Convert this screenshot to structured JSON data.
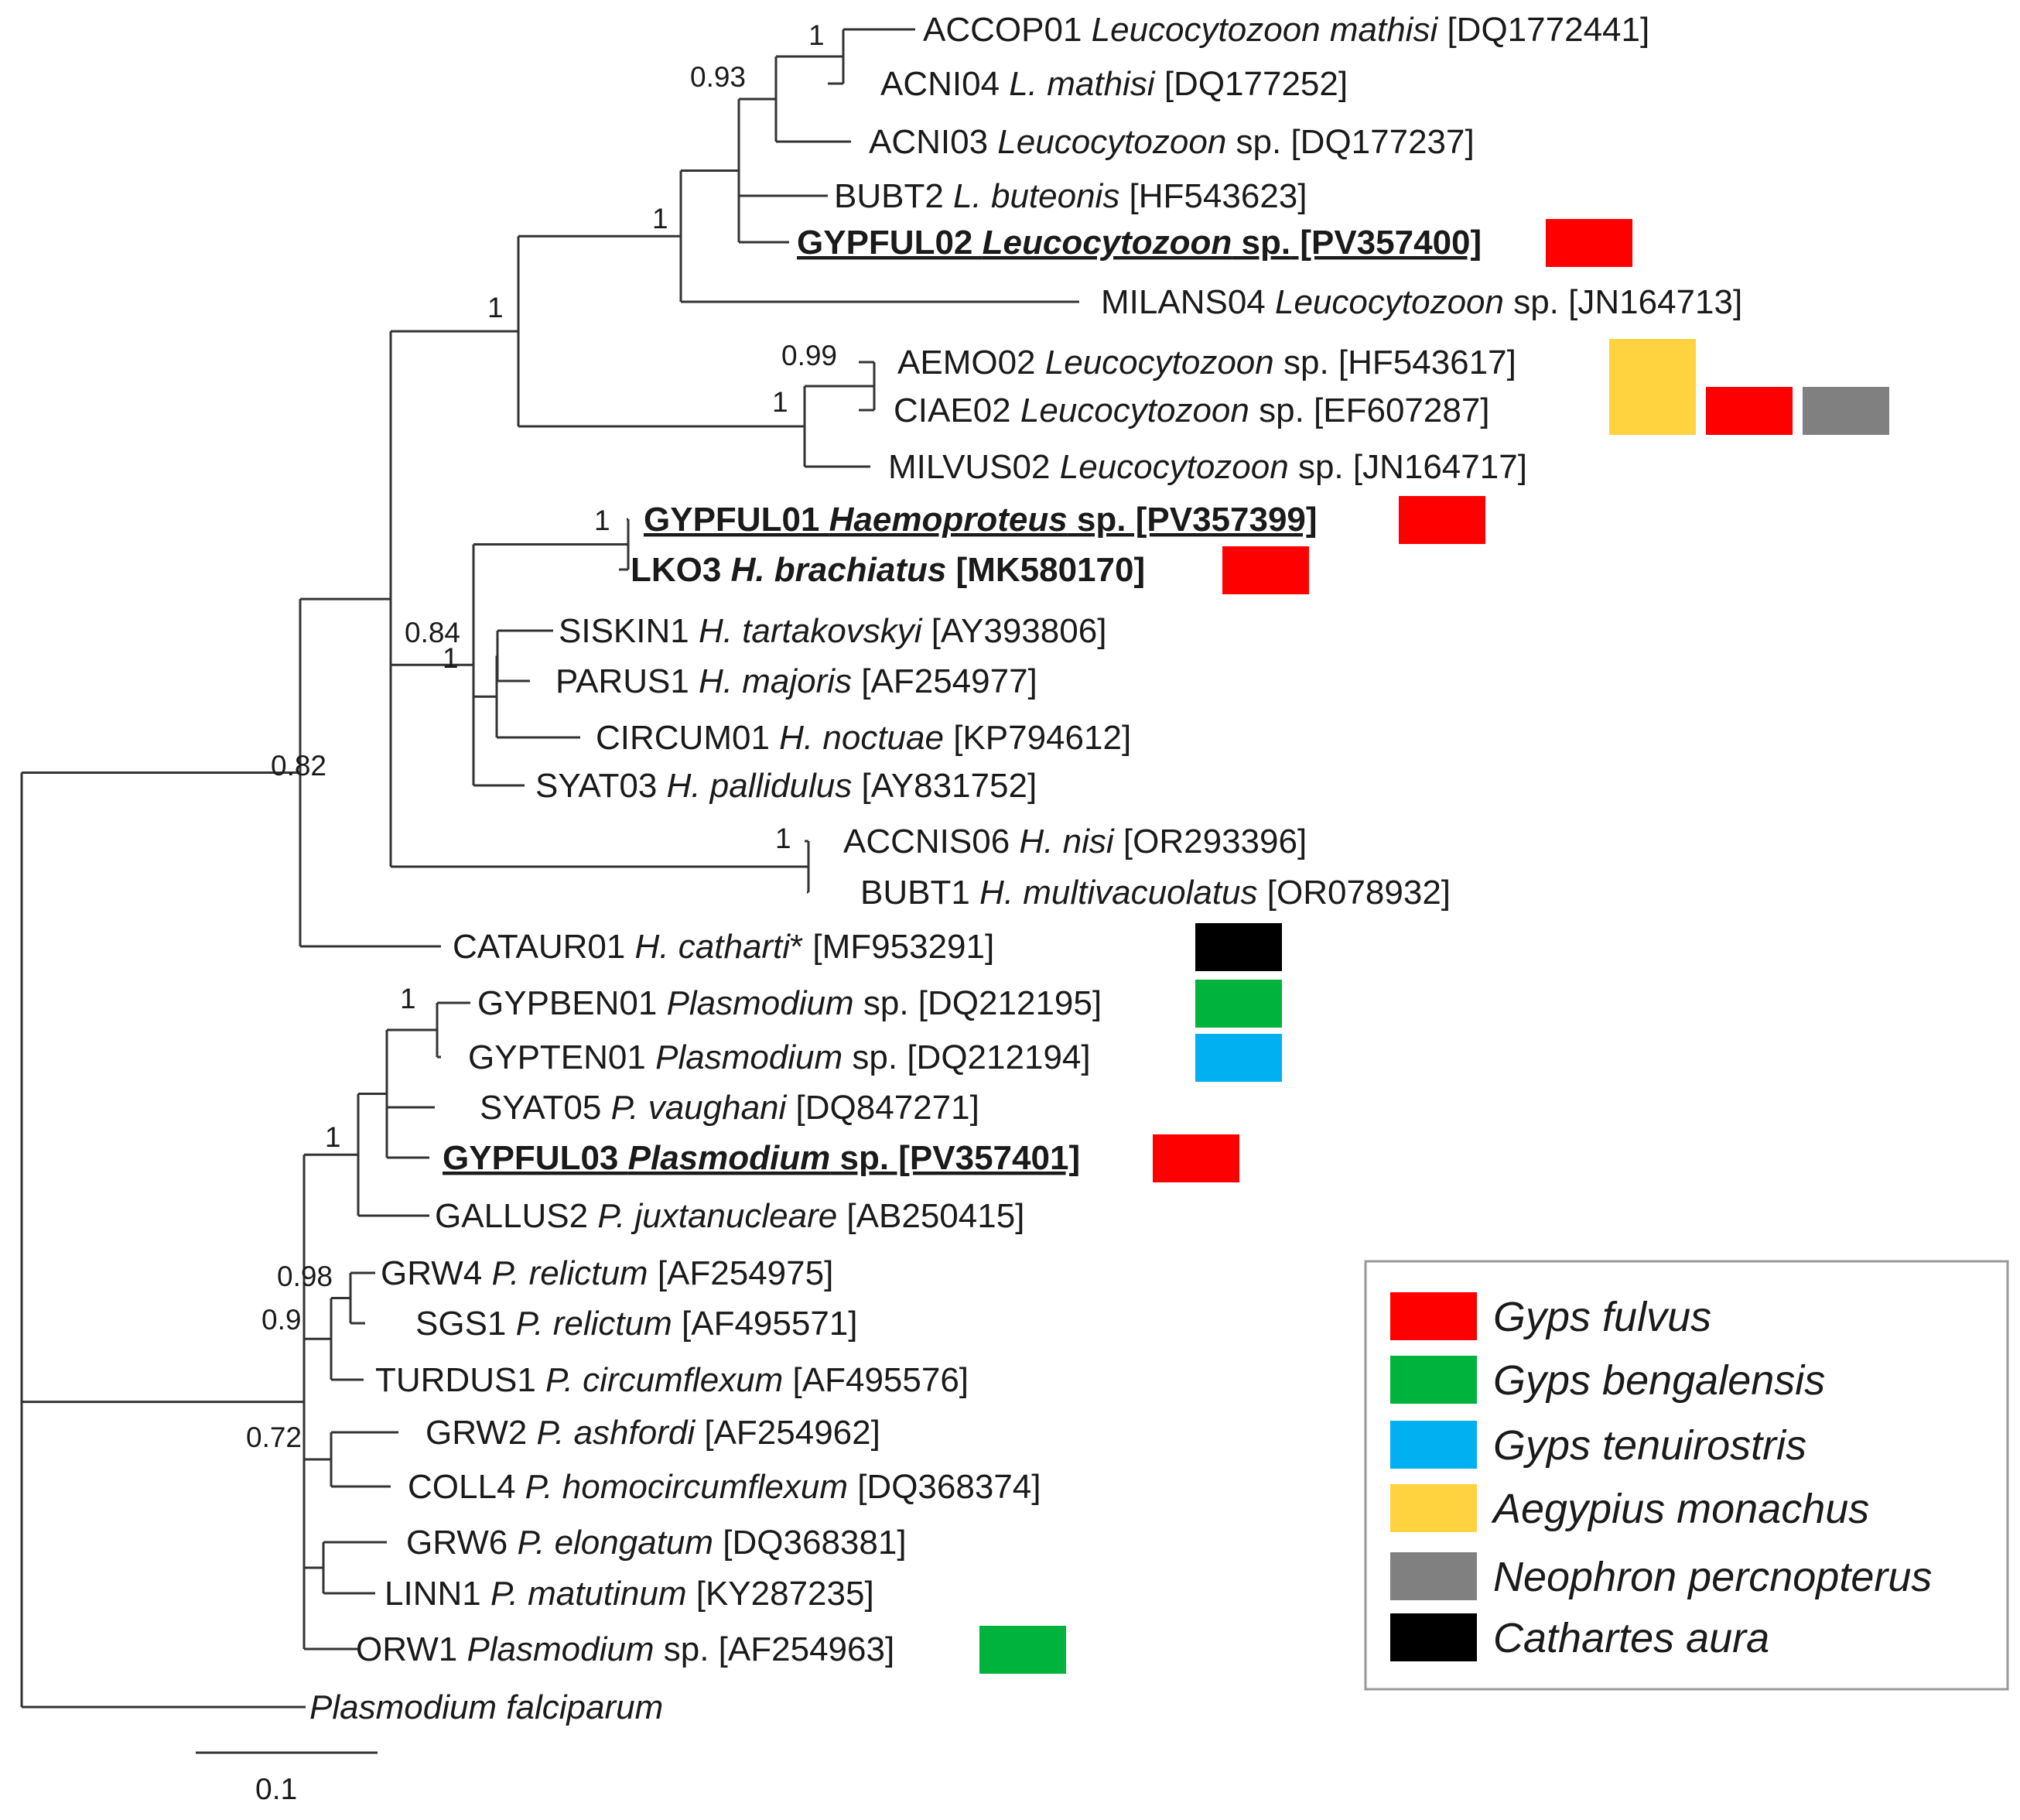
{
  "taxa": [
    {
      "code": "ACCOP01",
      "species": "Leucocytozoon mathisi",
      "species_italic": true,
      "accession": "[DQ1772441]",
      "bold": false,
      "underline": false,
      "hosts": []
    },
    {
      "code": "ACNI04",
      "species": "L. mathisi",
      "species_italic": true,
      "accession": "[DQ177252]",
      "bold": false,
      "underline": false,
      "hosts": []
    },
    {
      "code": "ACNI03",
      "species": "Leucocytozoon",
      "species_italic": true,
      "species_suffix": " sp.",
      "accession": "[DQ177237]",
      "bold": false,
      "underline": false,
      "hosts": []
    },
    {
      "code": "BUBT2",
      "species": "L. buteonis",
      "species_italic": true,
      "accession": "[HF543623]",
      "bold": false,
      "underline": false,
      "hosts": []
    },
    {
      "code": "GYPFUL02",
      "species": "Leucocytozoon",
      "species_italic": true,
      "species_suffix": " sp.",
      "accession": "[PV357400]",
      "bold": true,
      "underline": true,
      "hosts": [
        "gyps-fulvus"
      ]
    },
    {
      "code": "MILANS04",
      "species": "Leucocytozoon",
      "species_italic": true,
      "species_suffix": " sp.",
      "accession": "[JN164713]",
      "bold": false,
      "underline": false,
      "hosts": []
    },
    {
      "code": "AEMO02",
      "species": "Leucocytozoon",
      "species_italic": true,
      "species_suffix": " sp.",
      "accession": "[HF543617]",
      "bold": false,
      "underline": false,
      "hosts": [
        "aegypius-monachus"
      ]
    },
    {
      "code": "CIAE02",
      "species": "Leucocytozoon",
      "species_italic": true,
      "species_suffix": " sp.",
      "accession": "[EF607287]",
      "bold": false,
      "underline": false,
      "hosts": [
        "aegypius-monachus",
        "gyps-fulvus",
        "neophron-percnopterus"
      ]
    },
    {
      "code": "MILVUS02",
      "species": "Leucocytozoon",
      "species_italic": true,
      "species_suffix": " sp.",
      "accession": "[JN164717]",
      "bold": false,
      "underline": false,
      "hosts": []
    },
    {
      "code": "GYPFUL01",
      "species": "Haemoproteus",
      "species_italic": true,
      "species_suffix": " sp.",
      "accession": "[PV357399]",
      "bold": true,
      "underline": true,
      "hosts": [
        "gyps-fulvus"
      ]
    },
    {
      "code": "LKO3",
      "species": "H. brachiatus",
      "species_italic": true,
      "accession": "[MK580170]",
      "bold": true,
      "underline": false,
      "hosts": [
        "gyps-fulvus"
      ]
    },
    {
      "code": "SISKIN1",
      "species": "H. tartakovskyi",
      "species_italic": true,
      "accession": "[AY393806]",
      "bold": false,
      "underline": false,
      "hosts": []
    },
    {
      "code": "PARUS1",
      "species": "H. majoris",
      "species_italic": true,
      "accession": "[AF254977]",
      "bold": false,
      "underline": false,
      "hosts": []
    },
    {
      "code": "CIRCUM01",
      "species": "H. noctuae",
      "species_italic": true,
      "accession": "[KP794612]",
      "bold": false,
      "underline": false,
      "hosts": []
    },
    {
      "code": "SYAT03",
      "species": "H. pallidulus",
      "species_italic": true,
      "accession": "[AY831752]",
      "bold": false,
      "underline": false,
      "hosts": []
    },
    {
      "code": "ACCNIS06",
      "species": "H. nisi",
      "species_italic": true,
      "accession": "[OR293396]",
      "bold": false,
      "underline": false,
      "hosts": []
    },
    {
      "code": "BUBT1",
      "species": "H. multivacuolatus",
      "species_italic": true,
      "accession": "[OR078932]",
      "bold": false,
      "underline": false,
      "hosts": []
    },
    {
      "code": "CATAUR01",
      "species": "H. catharti",
      "species_italic": true,
      "species_suffix": "*",
      "accession": "[MF953291]",
      "bold": false,
      "underline": false,
      "hosts": [
        "cathartes-aura"
      ]
    },
    {
      "code": "GYPBEN01",
      "species": "Plasmodium",
      "species_italic": true,
      "species_suffix": " sp.",
      "accession": "[DQ212195]",
      "bold": false,
      "underline": false,
      "hosts": [
        "gyps-bengalensis"
      ]
    },
    {
      "code": "GYPTEN01",
      "species": "Plasmodium",
      "species_italic": true,
      "species_suffix": " sp.",
      "accession": "[DQ212194]",
      "bold": false,
      "underline": false,
      "hosts": [
        "gyps-tenuirostris"
      ]
    },
    {
      "code": "SYAT05",
      "species": "P. vaughani",
      "species_italic": true,
      "accession": "[DQ847271]",
      "bold": false,
      "underline": false,
      "hosts": []
    },
    {
      "code": "GYPFUL03",
      "species": "Plasmodium",
      "species_italic": true,
      "species_suffix": " sp.",
      "accession": "[PV357401]",
      "bold": true,
      "underline": true,
      "hosts": [
        "gyps-fulvus"
      ]
    },
    {
      "code": "GALLUS2",
      "species": "P. juxtanucleare",
      "species_italic": true,
      "accession": "[AB250415]",
      "bold": false,
      "underline": false,
      "hosts": []
    },
    {
      "code": "GRW4",
      "species": "P. relictum",
      "species_italic": true,
      "accession": "[AF254975]",
      "bold": false,
      "underline": false,
      "hosts": []
    },
    {
      "code": "SGS1",
      "species": "P. relictum",
      "species_italic": true,
      "accession": "[AF495571]",
      "bold": false,
      "underline": false,
      "hosts": []
    },
    {
      "code": "TURDUS1",
      "species": "P. circumflexum",
      "species_italic": true,
      "accession": "[AF495576]",
      "bold": false,
      "underline": false,
      "hosts": []
    },
    {
      "code": "GRW2",
      "species": "P. ashfordi",
      "species_italic": true,
      "accession": "[AF254962]",
      "bold": false,
      "underline": false,
      "hosts": []
    },
    {
      "code": "COLL4",
      "species": "P. homocircumflexum",
      "species_italic": true,
      "accession": "[DQ368374]",
      "bold": false,
      "underline": false,
      "hosts": []
    },
    {
      "code": "GRW6",
      "species": "P. elongatum",
      "species_italic": true,
      "accession": "[DQ368381]",
      "bold": false,
      "underline": false,
      "hosts": []
    },
    {
      "code": "LINN1",
      "species": "P. matutinum",
      "species_italic": true,
      "accession": "[KY287235]",
      "bold": false,
      "underline": false,
      "hosts": []
    },
    {
      "code": "ORW1",
      "species": "Plasmodium",
      "species_italic": true,
      "species_suffix": " sp.",
      "accession": "[AF254963]",
      "bold": false,
      "underline": false,
      "hosts": [
        "gyps-bengalensis"
      ]
    },
    {
      "code": "",
      "species": "Plasmodium falciparum",
      "species_italic": true,
      "accession": "",
      "bold": false,
      "underline": false,
      "hosts": []
    }
  ],
  "support_values": [
    "1",
    "0.93",
    "1",
    "1",
    "0.99",
    "1",
    "1",
    "0.84",
    "1",
    "0.82",
    "1",
    "1",
    "1",
    "0.98",
    "0.9",
    "0.72"
  ],
  "scale_bar": {
    "label": "0.1",
    "length": 0.1
  },
  "legend": [
    {
      "id": "gyps-fulvus",
      "label": "Gyps fulvus",
      "color": "#ff0000"
    },
    {
      "id": "gyps-bengalensis",
      "label": "Gyps bengalensis",
      "color": "#00b33c"
    },
    {
      "id": "gyps-tenuirostris",
      "label": "Gyps tenuirostris",
      "color": "#00b0f0"
    },
    {
      "id": "aegypius-monachus",
      "label": "Aegypius monachus",
      "color": "#ffd23f"
    },
    {
      "id": "neophron-percnopterus",
      "label": "Neophron percnopterus",
      "color": "#808080"
    },
    {
      "id": "cathartes-aura",
      "label": "Cathartes aura",
      "color": "#000000"
    }
  ]
}
